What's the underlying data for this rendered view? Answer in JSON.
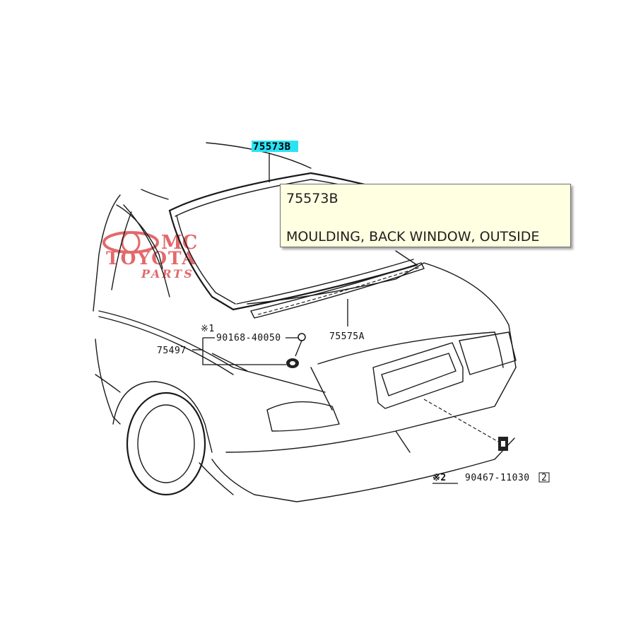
{
  "watermark": {
    "line1": "MC",
    "line2": "TOYOTA",
    "line3": "PARTS",
    "color": "#d9383a"
  },
  "highlight_color": "#29e3f5",
  "callouts": {
    "moulding_outside": "75573B",
    "moulding_lower": "75575A",
    "emblem": "75497",
    "note1_mark": "※1",
    "clip_part": "90168-40050",
    "note2_mark": "※2",
    "fastener_part": "90467-11030",
    "fastener_box": "2"
  },
  "tooltip": {
    "code": "75573B",
    "description": "MOULDING, BACK WINDOW, OUTSIDE",
    "background": "#ffffe1"
  }
}
